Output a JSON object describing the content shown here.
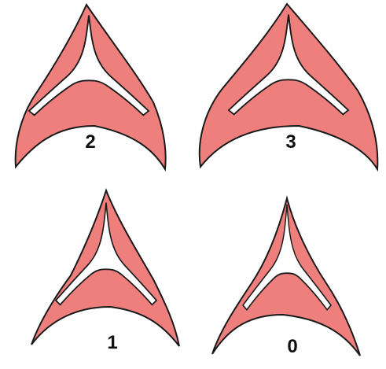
{
  "colors": {
    "fill": "#ef7f7d",
    "outline": "#1a1a1a",
    "background": "#ffffff"
  },
  "panels": [
    {
      "label": "2"
    },
    {
      "label": "3"
    },
    {
      "label": "1"
    },
    {
      "label": "0"
    }
  ]
}
